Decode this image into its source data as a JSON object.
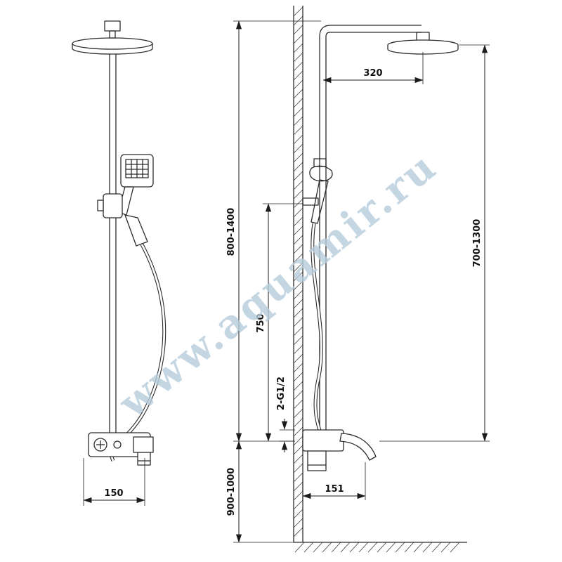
{
  "drawing": {
    "type": "shower-system-technical-drawing",
    "line_color": "#2b2b2b"
  },
  "watermark": {
    "text": "www.aquamir.ru",
    "color": "#b7cddd",
    "outline": "#8fb0c6"
  },
  "dimensions": {
    "head_offset": "320",
    "column_height": "800-1400",
    "head_to_mixer": "700-1300",
    "handshower_height": "750",
    "connection": "2-G1/2",
    "mixer_centers_front": "150",
    "mixer_depth_side": "151",
    "mixer_floor_height": "900-1000"
  }
}
